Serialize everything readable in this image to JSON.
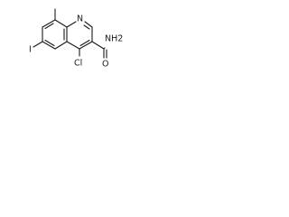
{
  "molecule": {
    "atoms": {
      "ring_n": "N",
      "amide": "NH2",
      "oxygen": "O",
      "iodine": "I",
      "chlorine": "Cl"
    }
  }
}
